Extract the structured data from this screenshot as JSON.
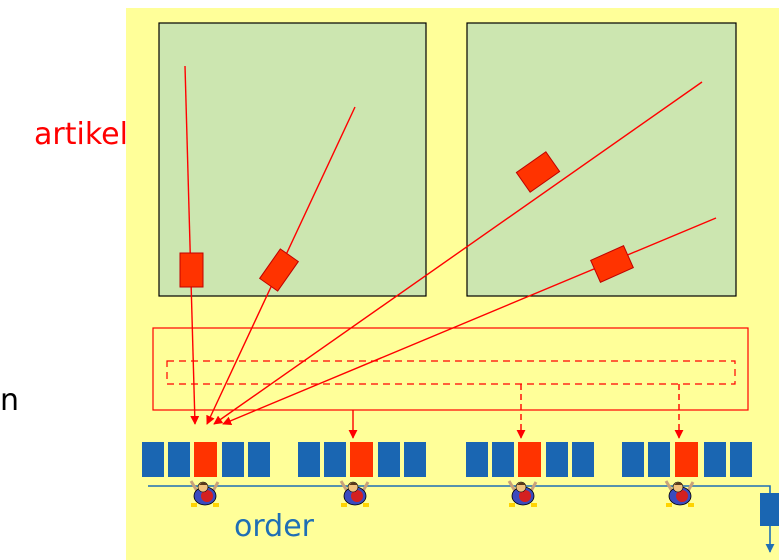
{
  "labels": {
    "artikel": "artikel",
    "order": "order",
    "cut_letter": "n"
  },
  "colors": {
    "background": "#ffff99",
    "storage_zone": "#cce6b0",
    "item": "#ff3300",
    "item_flow": "#ff0000",
    "tote": "#1a66b2",
    "conveyor": "#1f6fb5",
    "text_red": "#ff0000",
    "text_blue": "#1f6fb5"
  },
  "icons": [
    "order-picker-person-icon"
  ],
  "diagram": {
    "storage_zones": 2,
    "picking_stations": 4,
    "totes_per_station": 5,
    "incoming_item_flows": 4,
    "buffer_outputs": 3
  }
}
